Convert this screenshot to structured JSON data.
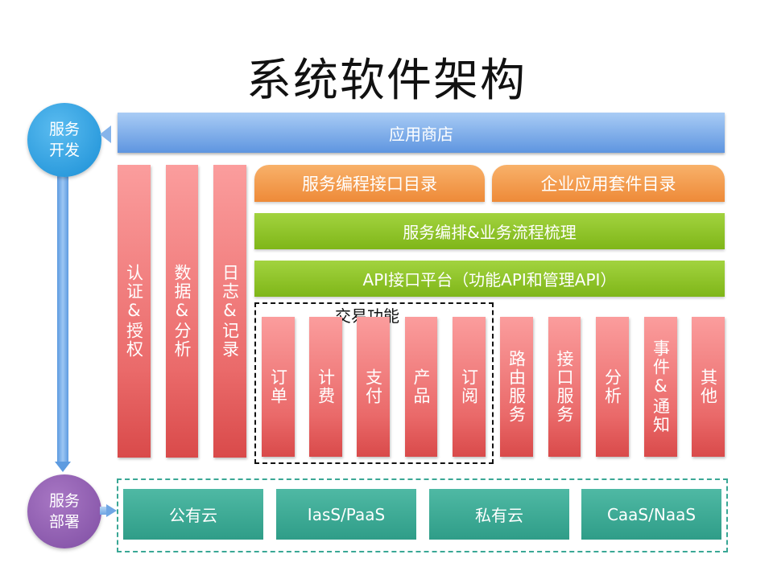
{
  "title": "系统软件架构",
  "circles": {
    "dev": "服务\n开发",
    "deploy": "服务\n部署"
  },
  "app_store": "应用商店",
  "catalogs": [
    "服务编程接口目录",
    "企业应用套件目录"
  ],
  "orchestration": "服务编排&业务流程梳理",
  "api_platform": "API接口平台（功能API和管理API）",
  "left_columns": [
    "认证&授权",
    "数据&分析",
    "日志&记录"
  ],
  "transaction_label": "交易功能",
  "transaction_columns": [
    "订单",
    "计费",
    "支付",
    "产品",
    "订阅"
  ],
  "other_columns": [
    "路由服务",
    "接口服务",
    "分析",
    "事件&通知",
    "其他"
  ],
  "deploy_targets": [
    "公有云",
    "IasS/PaaS",
    "私有云",
    "CaaS/NaaS"
  ],
  "colors": {
    "blue_bar": "#5e95e0",
    "orange": "#ee8a38",
    "green": "#7fb618",
    "red": "#ea6a6a",
    "teal": "#2f9d88",
    "circle_blue": "#1a8fd6",
    "circle_purple": "#7f4ea3"
  }
}
